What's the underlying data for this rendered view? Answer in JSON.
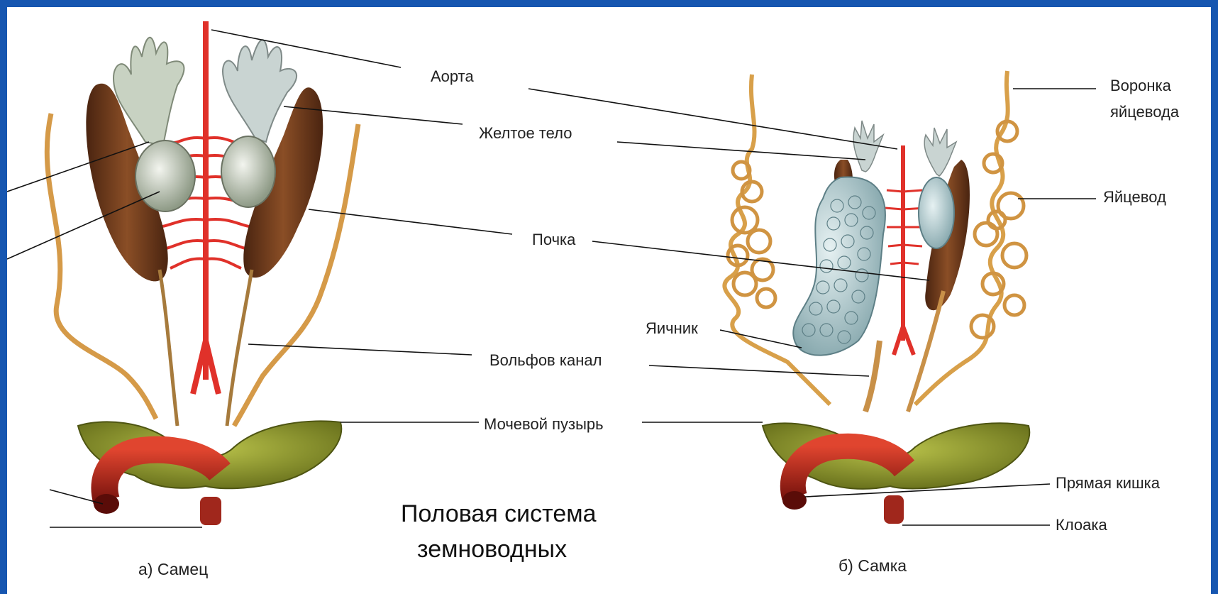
{
  "title_line1": "Половая система",
  "title_line2": "земноводных",
  "captions": {
    "male": "а) Самец",
    "female": "б) Самка"
  },
  "labels": {
    "aorta": "Аорта",
    "yellow_body": "Желтое тело",
    "kidney": "Почка",
    "ovary": "Яичник",
    "wolffian_duct": "Вольфов канал",
    "bladder": "Мочевой пузырь",
    "funnel_line1": "Воронка",
    "funnel_line2": "яйцевода",
    "oviduct": "Яйцевод",
    "rectum": "Прямая кишка",
    "cloaca": "Клоака"
  },
  "colors": {
    "frame": "#1656b0",
    "kidney": "#6b3a1c",
    "artery": "#e0312a",
    "yellow_body": "#c9d3c4",
    "bladder": "#8f9a2a",
    "rectum": "#b5231a",
    "oviduct": "#d8a04a",
    "ovary": "#a9c4c9"
  }
}
